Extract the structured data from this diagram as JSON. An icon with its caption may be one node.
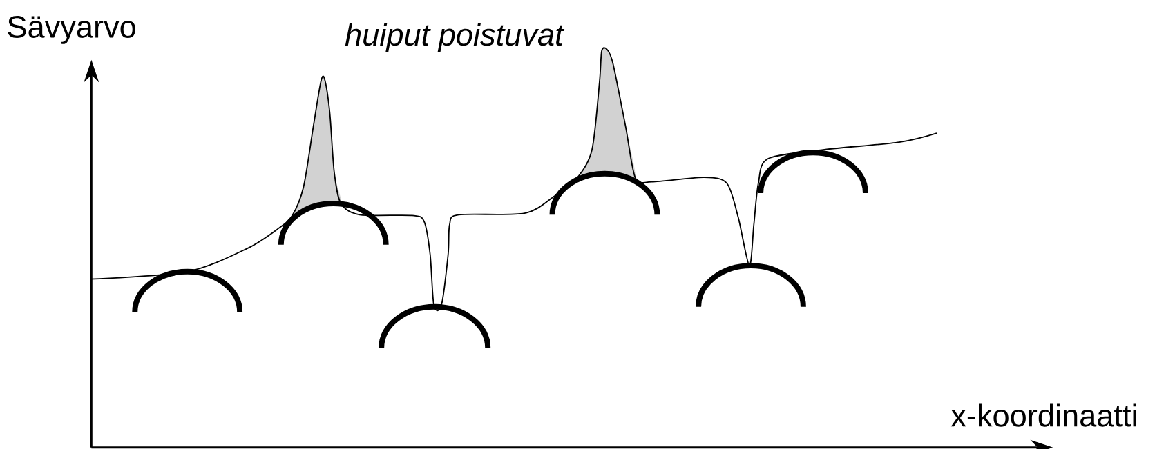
{
  "diagram": {
    "labels": [
      "Sävyarvo",
      "huiput poistuvat",
      "x-koordinaatti"
    ]
  }
}
